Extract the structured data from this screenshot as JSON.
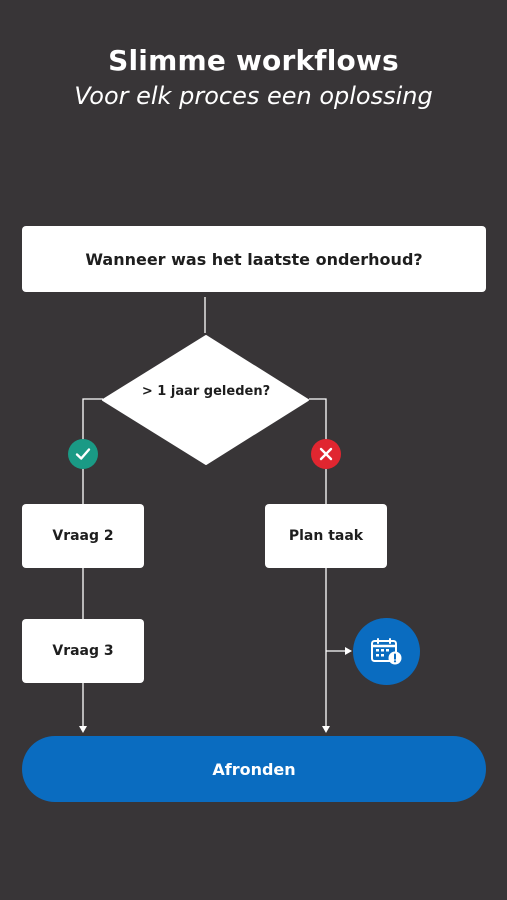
{
  "header": {
    "title": "Slimme workflows",
    "subtitle": "Voor elk proces een oplossing"
  },
  "flow": {
    "question": "Wanneer was het laatste onderhoud?",
    "condition": "> 1 jaar geleden?",
    "yes_branch": [
      "Vraag 2",
      "Vraag 3"
    ],
    "no_branch": [
      "Plan taak"
    ],
    "yes_icon": "check-icon",
    "no_icon": "cross-icon",
    "schedule_icon": "calendar-alert-icon",
    "finish_label": "Afronden"
  },
  "colors": {
    "background": "#383537",
    "accent_blue": "#0a6cc0",
    "yes_green": "#1a9a85",
    "no_red": "#e02630"
  }
}
